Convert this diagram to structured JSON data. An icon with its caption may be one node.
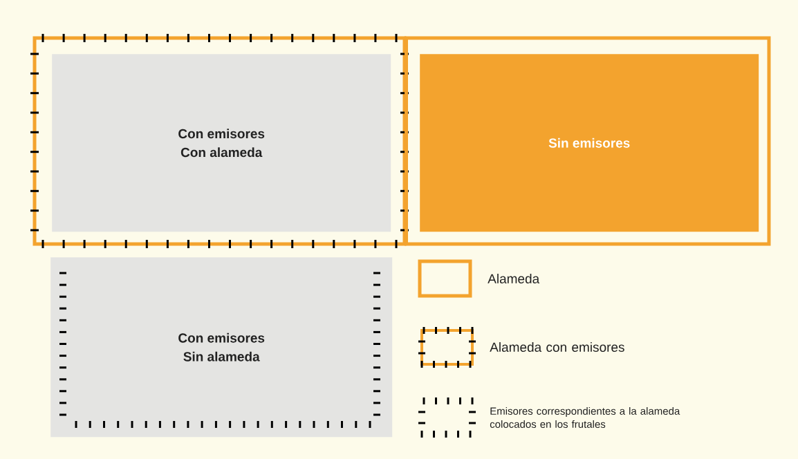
{
  "diagram": {
    "nodes": [
      {
        "text": [
          "Con emisores",
          "Con alameda"
        ]
      },
      {
        "text": [
          "Sin emisores"
        ]
      },
      {
        "text": [
          "Con emisores",
          "Sin alameda"
        ]
      }
    ],
    "legend": [
      {
        "text": "Alameda"
      },
      {
        "text": "Alameda con emisores"
      },
      {
        "text": "Emisores correspondientes a la alameda colocados en los frutales"
      }
    ]
  }
}
